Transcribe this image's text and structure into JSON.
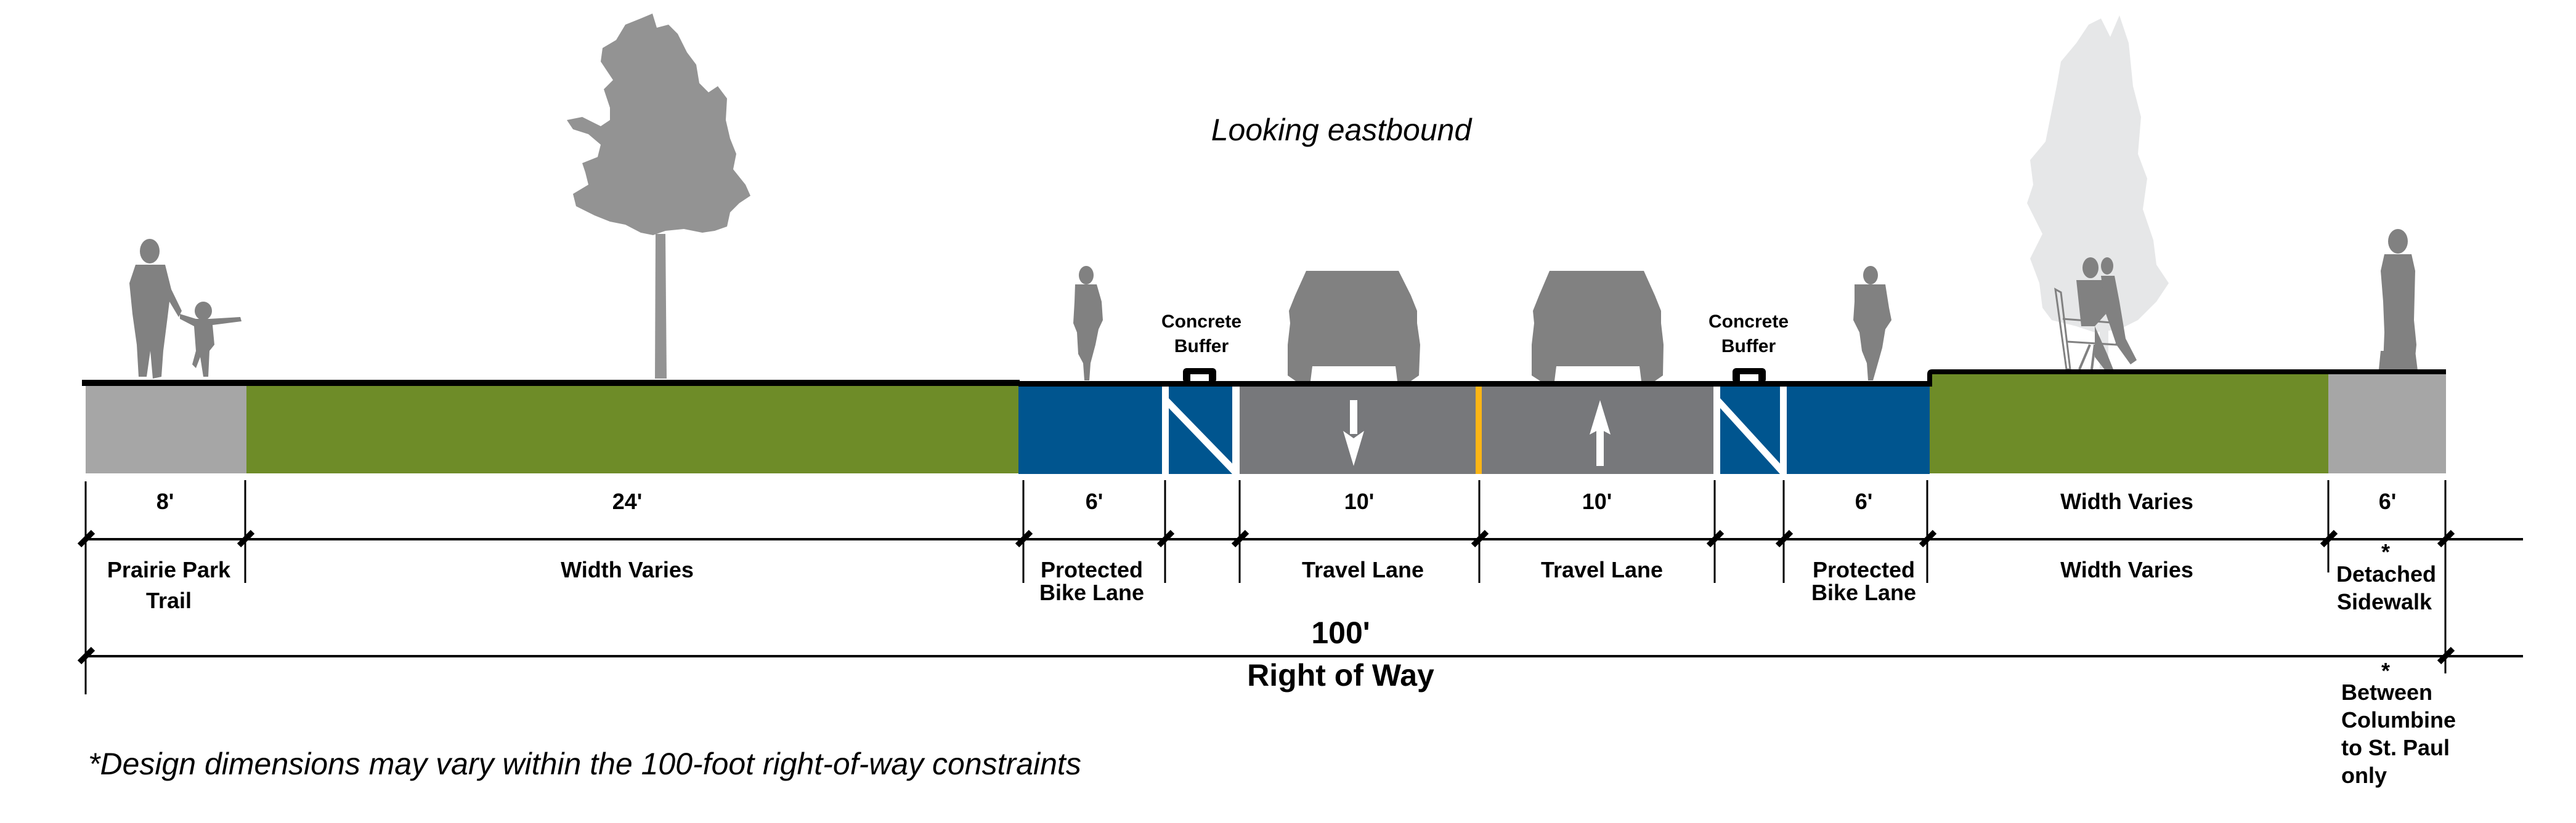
{
  "title": "Looking eastbound",
  "colors": {
    "trail_gray": "#A6A6A6",
    "green_buffer": "#6E8C28",
    "bike_blue": "#00558F",
    "road_gray": "#77787B",
    "center_line_yellow": "#FDB515",
    "silhouette_gray": "#818181",
    "tree_gray": "#939393",
    "tree_light": "#E6E7E8"
  },
  "segments": [
    {
      "id": "prairie-park-trail",
      "dimension": "8'",
      "name_lines": [
        "Prairie Park",
        "Trail"
      ]
    },
    {
      "id": "west-landscape",
      "dimension": "24'",
      "name_lines": [
        "Width Varies"
      ]
    },
    {
      "id": "west-bike-lane",
      "dimension": "6'",
      "name_lines": [
        "Protected",
        "Bike Lane"
      ]
    },
    {
      "id": "west-concrete-buffer",
      "dimension": "",
      "name_lines": []
    },
    {
      "id": "westbound-travel-lane",
      "dimension": "10'",
      "name_lines": [
        "Travel Lane"
      ]
    },
    {
      "id": "eastbound-travel-lane",
      "dimension": "10'",
      "name_lines": [
        "Travel Lane"
      ]
    },
    {
      "id": "east-concrete-buffer",
      "dimension": "",
      "name_lines": []
    },
    {
      "id": "east-bike-lane",
      "dimension": "6'",
      "name_lines": [
        "Protected",
        "Bike Lane"
      ]
    },
    {
      "id": "east-landscape",
      "dimension": "Width Varies",
      "name_lines": [
        "Width Varies"
      ]
    },
    {
      "id": "detached-sidewalk",
      "dimension": "6'",
      "name_lines": [
        "*",
        "Detached",
        "Sidewalk"
      ]
    }
  ],
  "buffer_labels": [
    {
      "lines": [
        "Concrete",
        "Buffer"
      ]
    },
    {
      "lines": [
        "Concrete",
        "Buffer"
      ]
    }
  ],
  "right_of_way": {
    "width": "100'",
    "label": "Right of Way",
    "note_lines": [
      "*",
      "Between",
      "Columbine",
      "to St. Paul",
      "only"
    ]
  },
  "footnote": "*Design dimensions may vary within the 100-foot right-of-way constraints",
  "icons": {
    "pedestrians": "adult-and-child-walking-icon",
    "tree_left": "tree-icon",
    "tree_right": "tree-icon",
    "cyclist_west": "cyclist-icon",
    "cyclist_east": "cyclist-icon",
    "car_west": "car-front-icon",
    "car_east": "car-rear-icon",
    "bench": "bench-with-people-icon",
    "stroller": "person-with-stroller-icon",
    "arrow_down": "arrow-down-icon",
    "arrow_up": "arrow-up-icon"
  }
}
